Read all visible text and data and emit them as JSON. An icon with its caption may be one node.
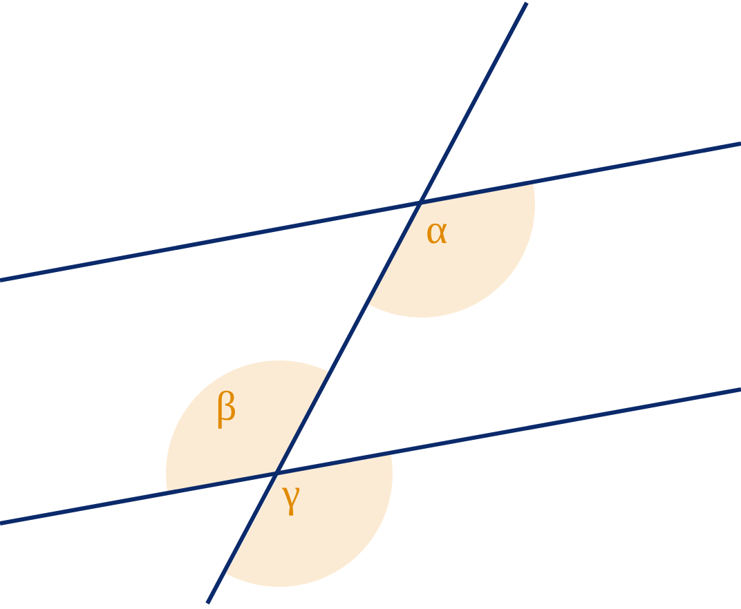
{
  "diagram": {
    "labels": [
      "α",
      "β",
      "γ"
    ]
  }
}
